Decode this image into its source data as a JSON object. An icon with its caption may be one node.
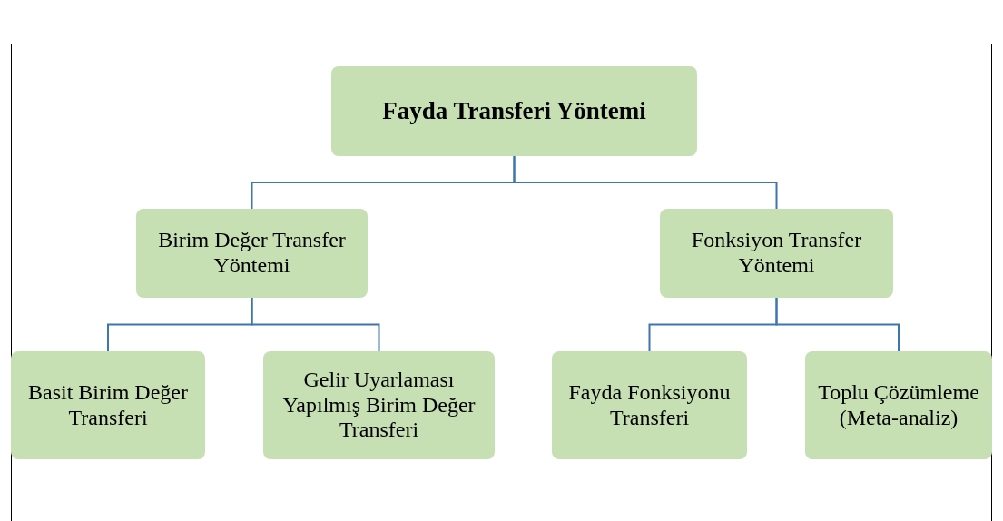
{
  "diagram": {
    "nodes": [
      {
        "text": [
          "Fayda Transferi Yöntemi"
        ]
      },
      {
        "text": [
          "Birim Değer Transfer Yöntemi"
        ]
      },
      {
        "text": [
          "Fonksiyon Transfer Yöntemi"
        ]
      },
      {
        "text": [
          "Basit Birim Değer Transferi"
        ]
      },
      {
        "text": [
          "Gelir Uyarlaması Yapılmış Birim Değer Transferi"
        ]
      },
      {
        "text": [
          "Fayda Fonksiyonu Transferi"
        ]
      },
      {
        "text": [
          "Toplu Çözümleme (Meta-analiz)"
        ]
      }
    ],
    "edges": [
      {
        "from": 0,
        "to": 1,
        "arrow": "none"
      },
      {
        "from": 0,
        "to": 2,
        "arrow": "none"
      },
      {
        "from": 1,
        "to": 3,
        "arrow": "none"
      },
      {
        "from": 1,
        "to": 4,
        "arrow": "none"
      },
      {
        "from": 2,
        "to": 5,
        "arrow": "none"
      },
      {
        "from": 2,
        "to": 6,
        "arrow": "none"
      }
    ]
  }
}
